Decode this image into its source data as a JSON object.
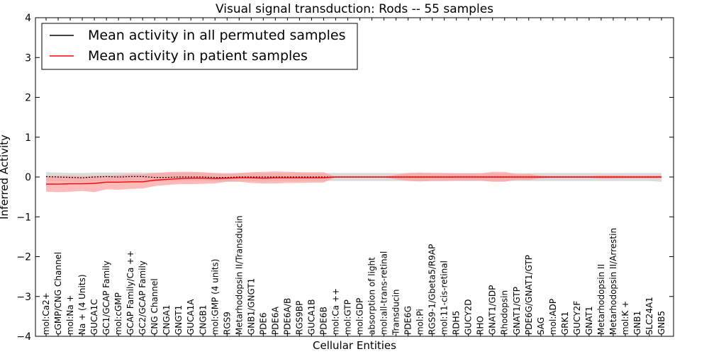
{
  "chart_data": {
    "type": "line",
    "title": "Visual signal transduction: Rods -- 55 samples",
    "xlabel": "Cellular Entities",
    "ylabel": "Inferred Activity",
    "ylim": [
      -4,
      4
    ],
    "yticks": [
      -4,
      -3,
      -2,
      -1,
      0,
      1,
      2,
      3,
      4
    ],
    "grid": false,
    "legend_position": "top-left",
    "categories": [
      "mol:Ca2+",
      "cGMP/CNG Channel",
      "mol:Na +",
      "Na + (4 Units)",
      "GUCA1C",
      "GC1/GCAP Family",
      "mol:cGMP",
      "GCAP Family/Ca ++",
      "GC2/GCAP Family",
      "CNG Channel",
      "CNGA1",
      "GNGT1",
      "GUCA1A",
      "CNGB1",
      "mol:GMP (4 units)",
      "RGS9",
      "Metarhodopsin II/Transducin",
      "GNB1/GNGT1",
      "PDE6",
      "PDE6A",
      "PDE6A/B",
      "RGS9BP",
      "GUCA1B",
      "PDE6B",
      "mol:Ca ++",
      "mol:GTP",
      "mol:GDP",
      "absorption of light",
      "mol:all-trans-retinal",
      "Transducin",
      "PDE6G",
      "mol:Pi",
      "RGS9-1/Gbeta5/R9AP",
      "mol:11-cis-retinal",
      "RDH5",
      "GUCY2D",
      "RHO",
      "GNAT1/GDP",
      "Rhodopsin",
      "GNAT1/GTP",
      "PDE6G/GNAT1/GTP",
      "SAG",
      "mol:ADP",
      "GRK1",
      "GUCY2F",
      "GNAT1",
      "Metarhodopsin II",
      "Metarhodopsin II/Arrestin",
      "mol:K +",
      "GNB1",
      "SLC24A1",
      "GNB5"
    ],
    "series": [
      {
        "name": "Mean activity in all permuted samples",
        "color": "#000000",
        "band_color": "#c8c8c8",
        "values": [
          0.01,
          0.0,
          -0.01,
          -0.02,
          0.0,
          0.01,
          0.0,
          0.01,
          0.01,
          -0.01,
          -0.01,
          0.0,
          0.0,
          0.0,
          -0.01,
          -0.01,
          0.0,
          0.0,
          0.0,
          0.0,
          0.0,
          0.0,
          0.0,
          0.0,
          0.0,
          0.0,
          0.0,
          0.0,
          0.0,
          0.0,
          0.0,
          0.0,
          0.0,
          0.0,
          0.0,
          0.0,
          0.0,
          0.0,
          0.0,
          0.0,
          0.0,
          0.0,
          0.0,
          0.0,
          0.0,
          0.0,
          0.0,
          0.0,
          0.0,
          0.0,
          0.0,
          0.0
        ],
        "upper": [
          0.12,
          0.11,
          0.1,
          0.1,
          0.11,
          0.11,
          0.11,
          0.11,
          0.11,
          0.11,
          0.11,
          0.11,
          0.11,
          0.11,
          0.1,
          0.1,
          0.1,
          0.1,
          0.1,
          0.1,
          0.1,
          0.1,
          0.1,
          0.1,
          0.1,
          0.1,
          0.1,
          0.1,
          0.1,
          0.1,
          0.1,
          0.1,
          0.1,
          0.1,
          0.1,
          0.1,
          0.1,
          0.1,
          0.1,
          0.1,
          0.1,
          0.1,
          0.1,
          0.1,
          0.1,
          0.1,
          0.1,
          0.1,
          0.1,
          0.1,
          0.1,
          0.1
        ],
        "lower": [
          -0.1,
          -0.11,
          -0.12,
          -0.13,
          -0.11,
          -0.1,
          -0.1,
          -0.1,
          -0.1,
          -0.11,
          -0.11,
          -0.1,
          -0.1,
          -0.1,
          -0.11,
          -0.11,
          -0.1,
          -0.1,
          -0.1,
          -0.1,
          -0.1,
          -0.1,
          -0.1,
          -0.1,
          -0.1,
          -0.1,
          -0.1,
          -0.1,
          -0.1,
          -0.1,
          -0.1,
          -0.1,
          -0.1,
          -0.1,
          -0.1,
          -0.1,
          -0.1,
          -0.1,
          -0.1,
          -0.1,
          -0.1,
          -0.1,
          -0.1,
          -0.1,
          -0.1,
          -0.1,
          -0.1,
          -0.1,
          -0.1,
          -0.1,
          -0.1,
          -0.12
        ]
      },
      {
        "name": "Mean activity in patient samples",
        "color": "#ff0000",
        "band_color": "#ff9c9c",
        "values": [
          -0.18,
          -0.18,
          -0.17,
          -0.17,
          -0.16,
          -0.13,
          -0.13,
          -0.12,
          -0.12,
          -0.08,
          -0.06,
          -0.04,
          -0.03,
          -0.03,
          -0.04,
          -0.03,
          -0.02,
          -0.02,
          -0.03,
          -0.02,
          -0.02,
          -0.02,
          -0.02,
          -0.02,
          0.0,
          0.0,
          0.0,
          0.0,
          0.0,
          0.0,
          0.0,
          0.0,
          0.0,
          0.0,
          0.0,
          0.0,
          0.0,
          0.0,
          0.0,
          0.0,
          0.0,
          0.0,
          0.0,
          0.0,
          0.0,
          0.0,
          0.0,
          0.0,
          0.0,
          0.0,
          0.0,
          0.0
        ],
        "upper": [
          0.02,
          0.03,
          0.03,
          0.02,
          0.03,
          0.03,
          0.05,
          0.07,
          0.07,
          0.1,
          0.12,
          0.13,
          0.13,
          0.12,
          0.1,
          0.08,
          0.1,
          0.12,
          0.13,
          0.14,
          0.13,
          0.12,
          0.12,
          0.12,
          0.0,
          0.0,
          0.0,
          0.0,
          0.0,
          0.06,
          0.1,
          0.11,
          0.1,
          0.1,
          0.09,
          0.09,
          0.09,
          0.13,
          0.13,
          0.07,
          0.08,
          0.03,
          0.02,
          0.02,
          0.02,
          0.02,
          0.04,
          0.04,
          0.03,
          0.03,
          0.03,
          0.03
        ],
        "lower": [
          -0.37,
          -0.38,
          -0.37,
          -0.35,
          -0.38,
          -0.31,
          -0.32,
          -0.3,
          -0.29,
          -0.23,
          -0.2,
          -0.18,
          -0.18,
          -0.17,
          -0.16,
          -0.12,
          -0.12,
          -0.15,
          -0.16,
          -0.16,
          -0.15,
          -0.15,
          -0.14,
          -0.14,
          0.0,
          0.0,
          0.0,
          0.0,
          0.0,
          -0.06,
          -0.1,
          -0.11,
          -0.1,
          -0.1,
          -0.09,
          -0.09,
          -0.09,
          -0.12,
          -0.12,
          -0.07,
          -0.08,
          -0.03,
          -0.02,
          -0.02,
          -0.02,
          -0.02,
          -0.04,
          -0.04,
          -0.03,
          -0.03,
          -0.03,
          -0.03
        ]
      }
    ]
  }
}
